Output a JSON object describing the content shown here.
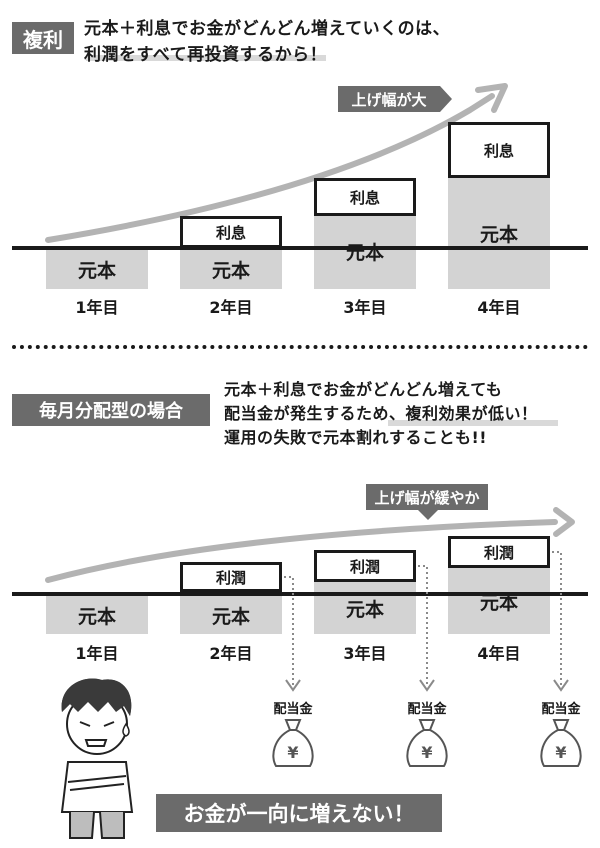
{
  "top": {
    "tag": "複利",
    "line1": "元本＋利息でお金がどんどん増えていくのは、",
    "line2": "利潤をすべて再投資するから！",
    "arrow_label": "上げ幅が大",
    "principal_label": "元本",
    "interest_label": "利息",
    "years": [
      "1年目",
      "2年目",
      "3年目",
      "4年目"
    ]
  },
  "bottom": {
    "tag": "毎月分配型の場合",
    "line1": "元本＋利息でお金がどんどん増えても",
    "line2": "配当金が発生するため、複利効果が低い！",
    "line3": "運用の失敗で元本割れすることも!!",
    "arrow_label": "上げ幅が緩やか",
    "principal_label": "元本",
    "interest_label": "利潤",
    "years": [
      "1年目",
      "2年目",
      "3年目",
      "4年目"
    ],
    "dividend_label": "配当金",
    "yen": "¥",
    "banner": "お金が一向に増えない！"
  },
  "colors": {
    "gray_tag": "#6b6b6b",
    "principal": "#d3d3d3",
    "ink": "#1a1a1a"
  }
}
